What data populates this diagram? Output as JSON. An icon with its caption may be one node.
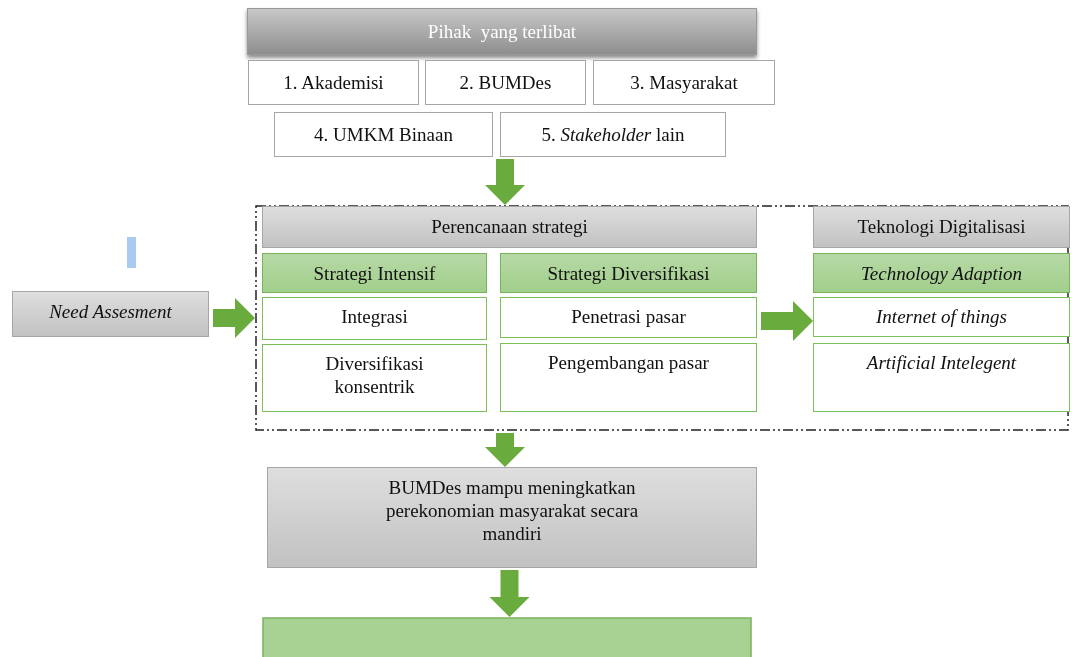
{
  "diagram": {
    "nodes": [
      {
        "text": [
          "Pihak  yang terlibat"
        ]
      },
      {
        "text": [
          "1. Akademisi"
        ]
      },
      {
        "text": [
          "2. BUMDes"
        ]
      },
      {
        "text": [
          "3. Masyarakat"
        ]
      },
      {
        "text": [
          "4. UMKM Binaan"
        ]
      },
      {
        "text": [
          "5. *Stakeholder* lain"
        ]
      },
      {
        "text": [
          "Need Assesment"
        ]
      },
      {
        "text": [],
        "shape": "box"
      },
      {
        "text": [
          "Perencanaan strategi"
        ],
        "in": 7
      },
      {
        "text": [
          "Strategi Intensif"
        ],
        "in": 7
      },
      {
        "text": [
          "Integrasi"
        ],
        "in": 7
      },
      {
        "text": [
          "Diversifikasi konsentrik"
        ],
        "in": 7
      },
      {
        "text": [
          "Strategi Diversifikasi"
        ],
        "in": 7
      },
      {
        "text": [
          "Penetrasi pasar"
        ],
        "in": 7
      },
      {
        "text": [
          "Pengembangan pasar"
        ],
        "in": 7
      },
      {
        "text": [
          "Teknologi Digitalisasi"
        ],
        "in": 7
      },
      {
        "text": [
          "Technology Adaption"
        ],
        "in": 7
      },
      {
        "text": [
          "Internet of things"
        ],
        "in": 7
      },
      {
        "text": [
          "Artificial Intelegent"
        ],
        "in": 7
      },
      {
        "text": [
          "BUMDes mampu meningkatkan perekonomian masyarakat secara mandiri"
        ]
      },
      {
        "text": [],
        "shape": "box"
      }
    ],
    "edges": [
      {
        "from": 4,
        "to": 7,
        "arrow": "to"
      },
      {
        "from": 5,
        "to": 7,
        "arrow": "to"
      },
      {
        "from": 6,
        "to": 7,
        "arrow": "to"
      },
      {
        "from": 13,
        "to": 17,
        "arrow": "to"
      },
      {
        "from": 7,
        "to": 19,
        "arrow": "to"
      },
      {
        "from": 19,
        "to": 20,
        "arrow": "to"
      }
    ]
  }
}
